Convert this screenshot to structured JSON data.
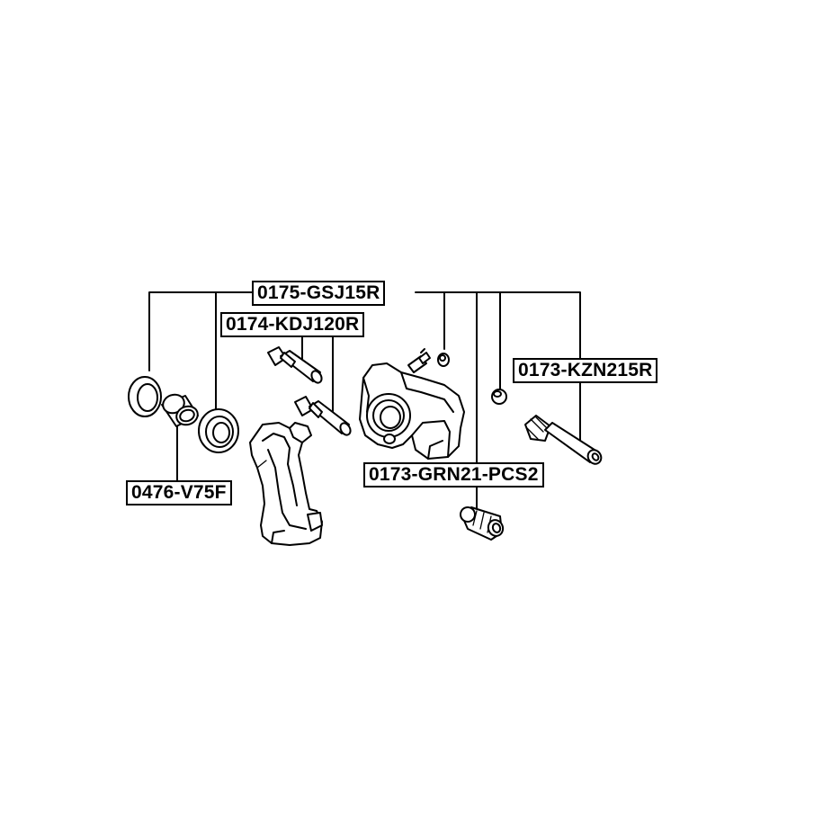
{
  "labels": {
    "caliper_repair_kit": "0175-GSJ15R",
    "guide_pin_set": "0174-KDJ120R",
    "guide_pin": "0173-KZN215R",
    "pin_boot_set": "0173-GRN21-PCS2",
    "piston": "0476-V75F"
  },
  "colors": {
    "line": "#000000",
    "background": "#ffffff",
    "shading": "#bdbdbd"
  }
}
